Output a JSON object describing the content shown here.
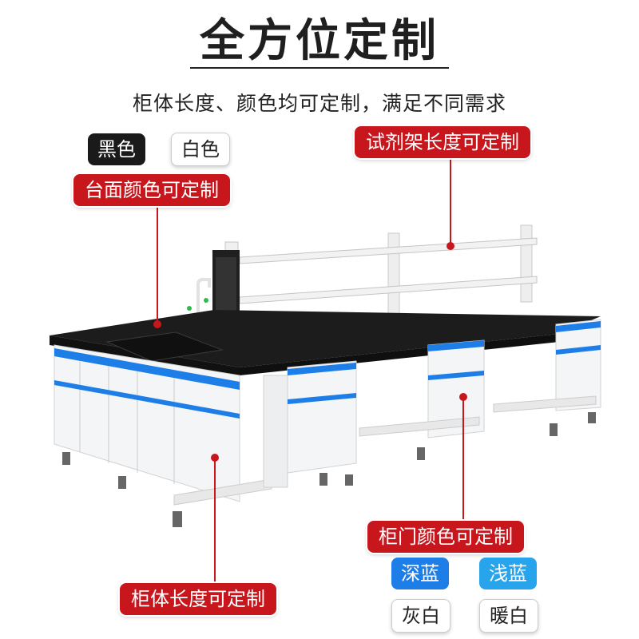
{
  "header": {
    "title": "全方位定制",
    "subtitle": "柜体长度、颜色均可定制，满足不同需求"
  },
  "countertop": {
    "colors": [
      "黑色",
      "白色"
    ],
    "label": "台面颜色可定制"
  },
  "shelf": {
    "label": "试剂架长度可定制"
  },
  "door": {
    "label": "柜门颜色可定制",
    "colors": [
      "深蓝",
      "浅蓝",
      "灰白",
      "暖白"
    ]
  },
  "body_cabinet": {
    "label": "柜体长度可定制"
  },
  "colors": {
    "accent_red": "#c8161d",
    "dark_blue": "#1e7ee8",
    "light_blue": "#27a4ec",
    "countertop": "#1c1c1c",
    "cabinet": "#f4f5f7"
  }
}
